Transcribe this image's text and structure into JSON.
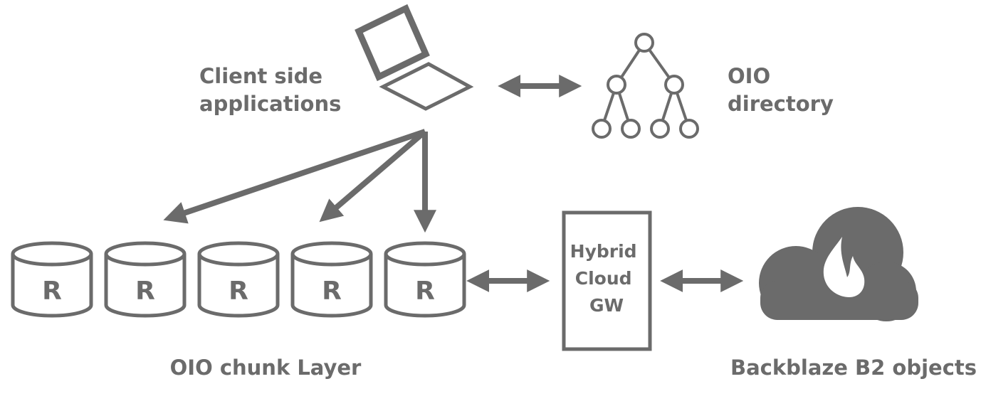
{
  "labels": {
    "client_line1": "Client side",
    "client_line2": "applications",
    "directory_line1": "OIO",
    "directory_line2": "directory",
    "gateway_line1": "Hybrid",
    "gateway_line2": "Cloud",
    "gateway_line3": "GW",
    "chunk_layer": "OIO chunk Layer",
    "b2_objects": "Backblaze B2 objects"
  },
  "chunks": [
    "R",
    "R",
    "R",
    "R",
    "R"
  ],
  "colors": {
    "stroke": "#6b6b6b",
    "text": "#6b6b6b",
    "background": "#ffffff"
  },
  "icons": [
    "laptop-icon",
    "tree-icon",
    "database-icon",
    "cloud-icon",
    "flame-icon"
  ]
}
